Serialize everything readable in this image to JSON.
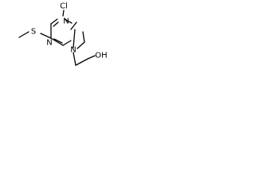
{
  "structure": {
    "atoms": {
      "chlorine": "Cl",
      "ring_nitrogen_top": "N",
      "ring_nitrogen_bottom": "N",
      "sulfur": "S",
      "amine_nitrogen": "N",
      "hydroxyl": "OH"
    }
  }
}
